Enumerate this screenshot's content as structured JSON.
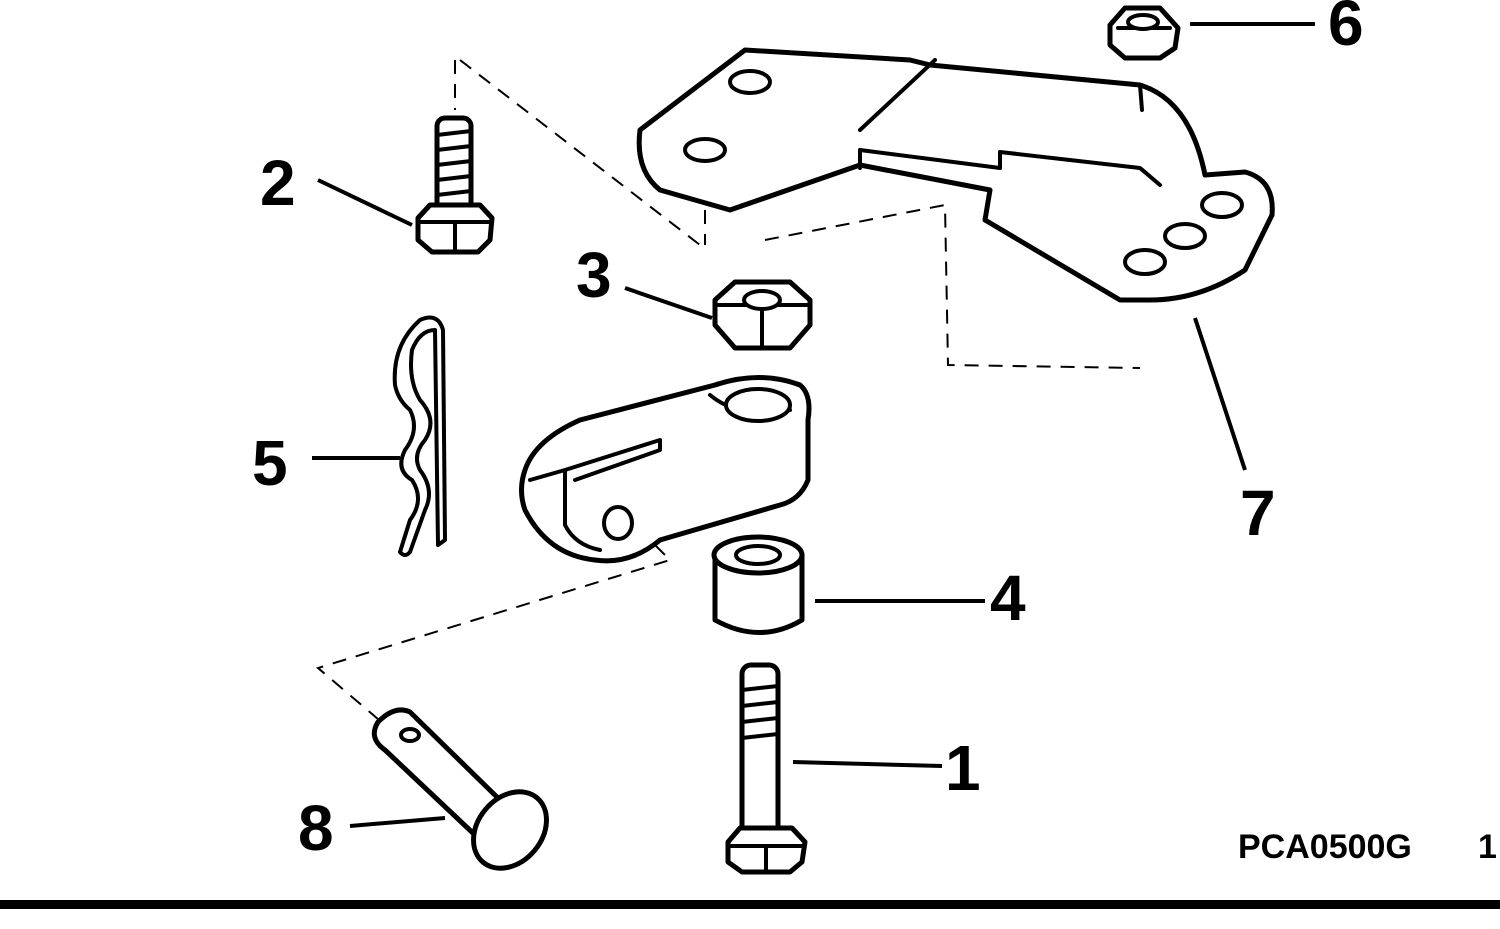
{
  "callouts": {
    "c1": "1",
    "c2": "2",
    "c3": "3",
    "c4": "4",
    "c5": "5",
    "c6": "6",
    "c7": "7",
    "c8": "8"
  },
  "figure_code": "PCA0500G",
  "figure_number": "1"
}
